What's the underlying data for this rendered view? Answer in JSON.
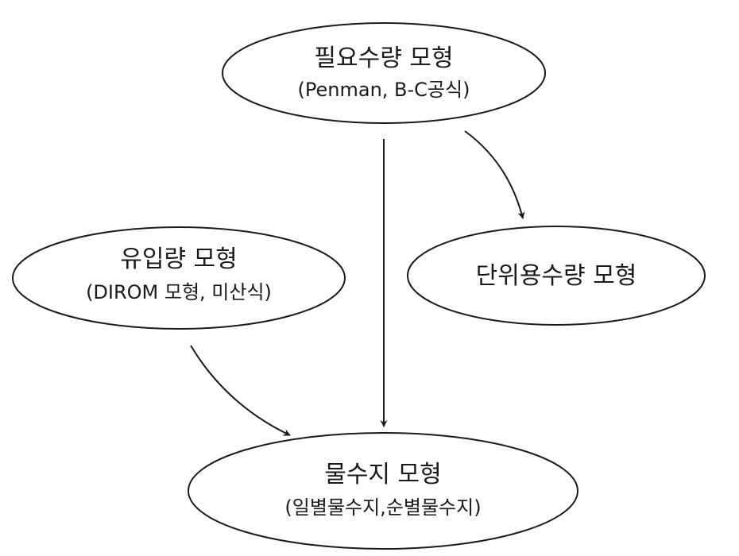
{
  "nodes": {
    "requirement": {
      "title": "필요수량 모형",
      "subtitle": "(Penman, B-C공식)"
    },
    "inflow": {
      "title": "유입량 모형",
      "subtitle": "(DIROM 모형, 미산식)"
    },
    "unit_water": {
      "title": "단위용수량 모형"
    },
    "water_balance": {
      "title": "물수지 모형",
      "subtitle": "(일별물수지,순별물수지)"
    }
  },
  "edges": [
    {
      "from": "requirement",
      "to": "water_balance"
    },
    {
      "from": "requirement",
      "to": "unit_water"
    },
    {
      "from": "inflow",
      "to": "water_balance"
    }
  ],
  "colors": {
    "stroke": "#1a1a1a",
    "background": "#ffffff",
    "text": "#1a1a1a"
  }
}
